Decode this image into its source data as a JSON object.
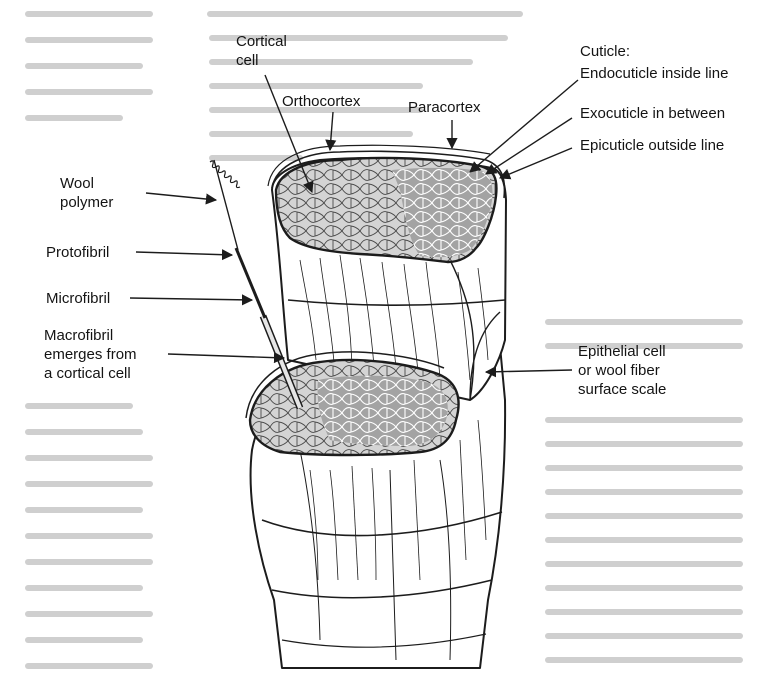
{
  "figure": {
    "labels": {
      "cortical_cell": [
        "Cortical",
        "cell"
      ],
      "orthocortex": "Orthocortex",
      "paracortex": "Paracortex",
      "cuticle": "Cuticle:",
      "endocuticle": "Endocuticle inside line",
      "exocuticle": "Exocuticle in between",
      "epicuticle": "Epicuticle outside line",
      "wool_polymer": [
        "Wool",
        "polymer"
      ],
      "protofibril": "Protofibril",
      "microfibril": "Microfibril",
      "macrofibril": [
        "Macrofibril",
        "emerges from",
        "a cortical cell"
      ],
      "epithelial_cell": [
        "Epithelial cell",
        "or wool fiber",
        "surface scale"
      ]
    },
    "colors": {
      "paper": "#ffffff",
      "page_text": "#c9c9c9",
      "ink": "#1c1c1c",
      "cortex_dark": "#9d9d9d",
      "cortex_light": "#cdcdcd"
    }
  }
}
